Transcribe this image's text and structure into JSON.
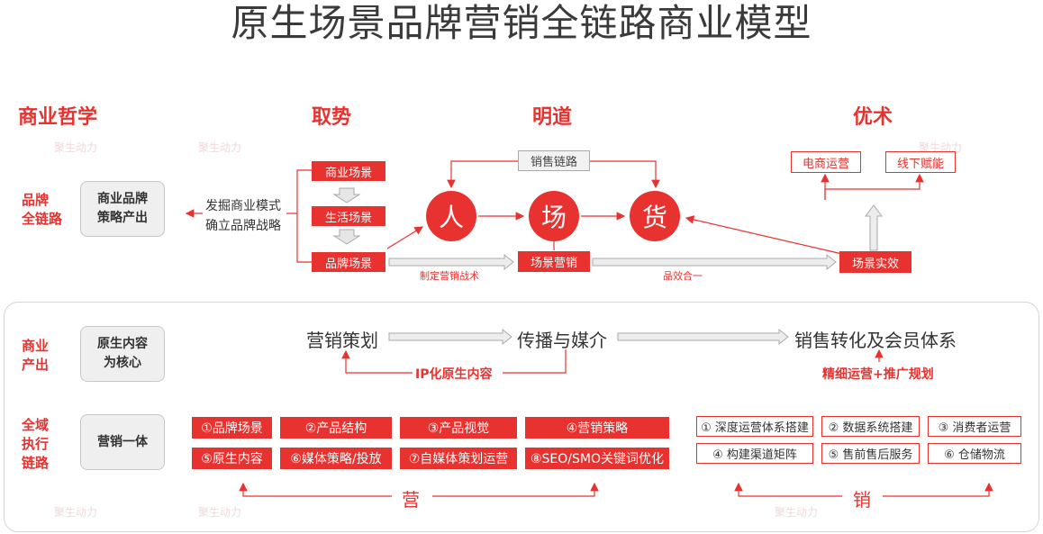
{
  "title": "原生场景品牌营销全链路商业模型",
  "headers": {
    "philosophy": "商业哲学",
    "momentum": "取势",
    "path": "明道",
    "technique": "优术"
  },
  "row1": {
    "label": "品牌\n全链路",
    "box": "商业品牌\n策略产出",
    "note": "发掘商业模式\n确立品牌战略",
    "scenes": [
      "商业场景",
      "生活场景",
      "品牌场景"
    ],
    "sales_chain": "销售链路",
    "circles": [
      "人",
      "场",
      "货"
    ],
    "strategy_label": "制定营销战术",
    "scene_marketing": "场景营销",
    "unity_label": "品效合一",
    "scene_effect": "场景实效",
    "ecommerce": "电商运营",
    "offline": "线下赋能"
  },
  "row2": {
    "label": "商业\n产出",
    "box": "原生内容\n为核心",
    "flow": [
      "营销策划",
      "传播与媒介",
      "销售转化及会员体系"
    ],
    "ip_label": "IP化原生内容",
    "refine_label": "精细运营+推广规划"
  },
  "row3": {
    "label": "全域\n执行\n链路",
    "box": "营销一体",
    "marketing_items": [
      "①品牌场景",
      "②产品结构",
      "③产品视觉",
      "④营销策略",
      "⑤原生内容",
      "⑥媒体策略/投放",
      "⑦自媒体策划运营",
      "⑧SEO/SMO关键词优化"
    ],
    "sales_items": [
      "① 深度运营体系搭建",
      "② 数据系统搭建",
      "③ 消费者运营",
      "④ 构建渠道矩阵",
      "⑤ 售前售后服务",
      "⑥ 仓储物流"
    ],
    "marketing_char": "营",
    "sales_char": "销"
  },
  "watermark": "聚生动力",
  "colors": {
    "accent": "#e8322f",
    "gray": "#efefef"
  }
}
